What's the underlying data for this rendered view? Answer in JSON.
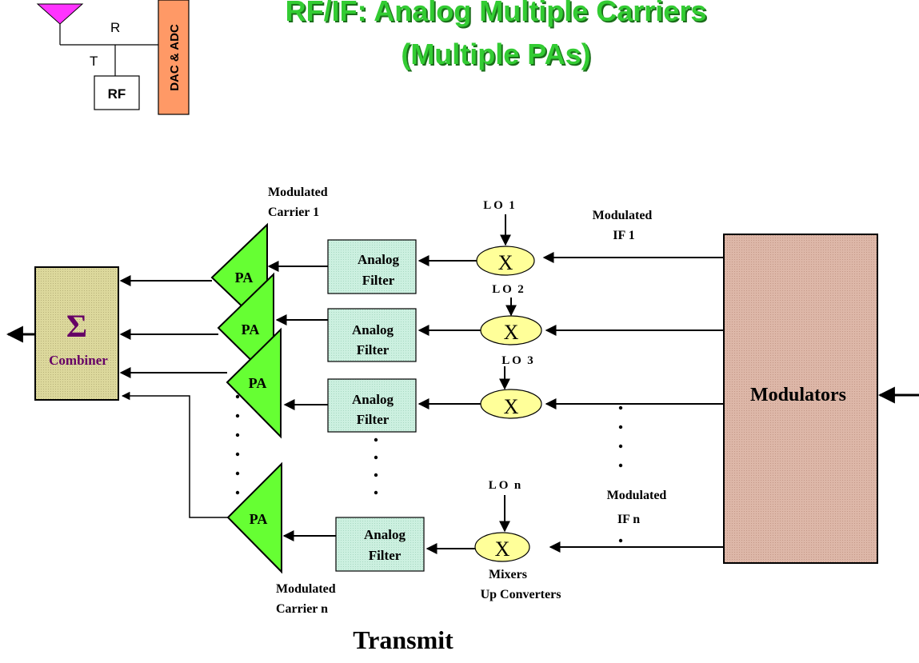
{
  "header": {
    "title_line1": "RF/IF: Analog Multiple Carriers",
    "title_line2": "(Multiple PAs)"
  },
  "icon": {
    "r_label": "R",
    "t_label": "T",
    "rf_label": "RF",
    "dac_adc_label": "DAC & ADC"
  },
  "diagram": {
    "combiner_symbol": "Σ",
    "combiner_label": "Combiner",
    "pa_label": "PA",
    "filter_line1": "Analog",
    "filter_line2": "Filter",
    "mixer_symbol": "X",
    "lo_labels": [
      "L O  1",
      "L O  2",
      "L O  3",
      "L O  n"
    ],
    "modulators_label": "Modulators",
    "mod_carrier1": [
      "Modulated",
      "Carrier 1"
    ],
    "mod_carriern": [
      "Modulated",
      "Carrier n"
    ],
    "mod_if1": [
      "Modulated",
      "IF 1"
    ],
    "mod_ifn": [
      "Modulated",
      "IF n"
    ],
    "mixers_label": [
      "Mixers",
      "Up Converters"
    ],
    "transmit_label": "Transmit"
  },
  "colors": {
    "title": "#33cc33",
    "pa_fill": "#66ff33",
    "filter_fill": "#ccf0e0",
    "mixer_fill": "#ffff99",
    "combiner_fill": "#dcd89c",
    "modulators_fill": "#ddb7a8",
    "dac_fill": "#ff9966",
    "antenna_fill": "#ff33ff"
  }
}
